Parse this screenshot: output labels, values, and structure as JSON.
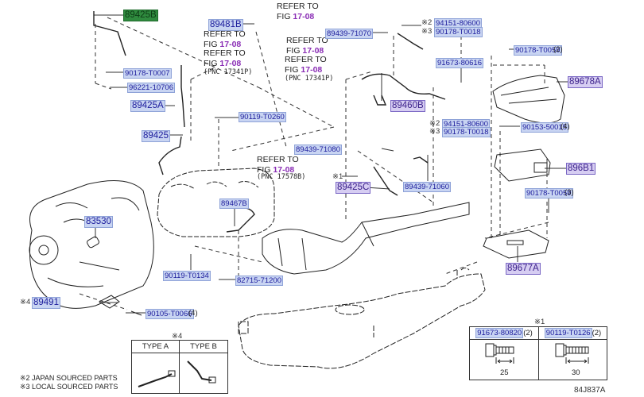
{
  "diagram": {
    "code": "84J837A",
    "part_labels": {
      "p89425B": "89425B",
      "p90178_T0007": "90178-T0007",
      "p96221_10706": "96221-10706",
      "p89425A": "89425A",
      "p89425": "89425",
      "p89481B": "89481B",
      "p90119_T0260": "90119-T0260",
      "p89439_71070": "89439-71070",
      "p94151_80600_top": "94151-80600",
      "p90178_T0018_top": "90178-T0018",
      "p91673_80616": "91673-80616",
      "p89460B": "89460B",
      "p94151_80600_mid": "94151-80600",
      "p90178_T0018_mid": "90178-T0018",
      "p90178_T0059_top": "90178-T0059",
      "p89678A": "89678A",
      "p90153_50015": "90153-50015",
      "p896B1": "896B1",
      "p90178_T0059_mid": "90178-T0059",
      "p89677A": "89677A",
      "p89439_71080": "89439-71080",
      "p89425C": "89425C",
      "p89439_71060": "89439-71060",
      "p83530": "83530",
      "p89467B": "89467B",
      "p90119_T0134": "90119-T0134",
      "p82715_71200": "82715-71200",
      "p89491": "89491",
      "p90105_T0066": "90105-T0066"
    },
    "quantities": {
      "p90178_T0059_top": "(2)",
      "p90153_50015": "(4)",
      "p90178_T0059_mid": "(3)",
      "p90105_T0066": "(4)"
    },
    "marks": {
      "m2": "※2",
      "m3": "※3",
      "m1": "※1",
      "m4": "※4"
    },
    "refer": {
      "line1": "REFER TO",
      "fig_prefix": "FIG ",
      "fig": "17-08",
      "pnc_17341P": "(PNC 17341P)",
      "pnc_17578B": "(PNC 17578B)"
    },
    "legend": {
      "note2": "※2 JAPAN SOURCED PARTS",
      "note3": "※3 LOCAL SOURCED PARTS"
    },
    "type_table": {
      "mark": "※4",
      "col_a": "TYPE A",
      "col_b": "TYPE B"
    },
    "bolt_table": {
      "mark": "※1",
      "left_part": "91673-80820",
      "left_qty": "(2)",
      "left_len": "25",
      "right_part": "90119-T0126",
      "right_qty": "(2)",
      "right_len": "30"
    },
    "colors": {
      "label_bg": "#c8d4f2",
      "label_text": "#1c1c9c",
      "selected_green": "#2f8a3e",
      "selected_purple_bg": "#d6cdf2",
      "fig_ref": "#8a2db5"
    }
  }
}
